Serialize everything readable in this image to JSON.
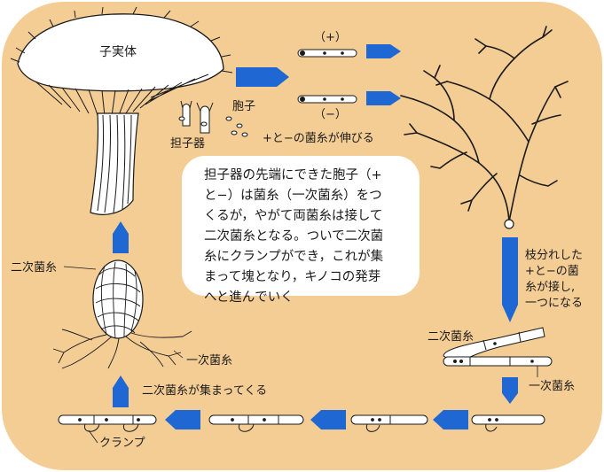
{
  "labels": {
    "fruiting_body": "子実体",
    "basidium": "担子器",
    "spore": "胞子",
    "plus": "（+）",
    "minus": "（−）",
    "hyphae_grow": "+と−の菌糸が伸びる",
    "secondary_hypha_left": "二次菌糸",
    "primary_hypha_left": "一次菌糸",
    "secondary_gather": "二次菌糸が集まってくる",
    "clamp": "クランプ",
    "secondary_hypha_right": "二次菌糸",
    "primary_hypha_right": "一次菌糸",
    "branch_note": [
      "枝分れした",
      "+と−の菌",
      "糸が接し,",
      "一つになる"
    ]
  },
  "center_note": [
    "担子器の先端にできた胞子（+",
    "と−）は菌糸（一次菌糸）をつ",
    "くるが，やがて両菌糸は接して",
    "二次菌糸となる。ついで二次菌",
    "糸にクランプができ，これが集",
    "まって塊となり，キノコの発芽",
    "へと進んでいく"
  ],
  "colors": {
    "background": "#f4cd95",
    "arrow": "#1f67d2",
    "ink": "#1a1a1a",
    "panel": "#ffffff"
  }
}
